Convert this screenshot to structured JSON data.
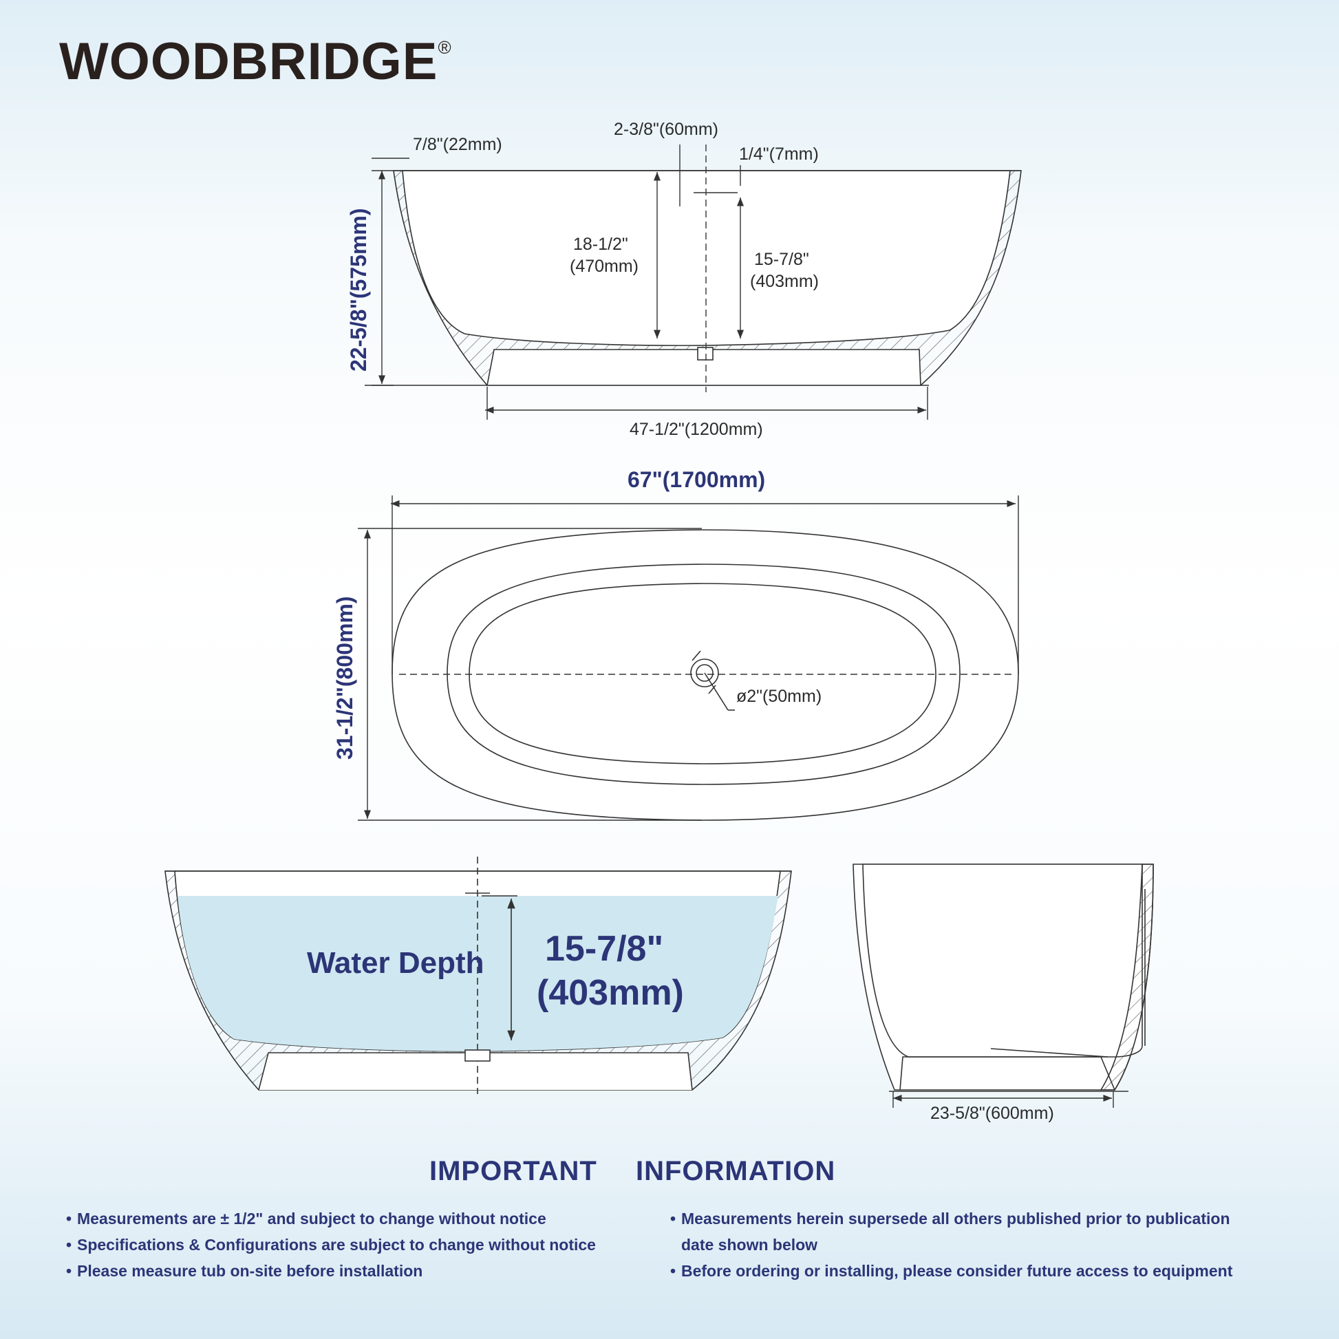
{
  "brand": {
    "name": "WOODBRIDGE",
    "reg": "®"
  },
  "side_view": {
    "rim_thickness": "7/8\"(22mm)",
    "overflow_height": "2-3/8\"(60mm)",
    "overflow_size": "1/4\"(7mm)",
    "inner_depth_a": "18-1/2\"",
    "inner_depth_b": "(470mm)",
    "water_level_a": "15-7/8\"",
    "water_level_b": "(403mm)",
    "total_height": "22-5/8\"(575mm)",
    "base_length": "47-1/2\"(1200mm)"
  },
  "top_view": {
    "length": "67\"(1700mm)",
    "width": "31-1/2\"(800mm)",
    "drain": "ø2\"(50mm)"
  },
  "water_view": {
    "label": "Water Depth",
    "value_a": "15-7/8\"",
    "value_b": "(403mm)",
    "water_color": "#cfe7f0"
  },
  "end_view": {
    "base_width": "23-5/8\"(600mm)"
  },
  "info": {
    "title_left": "IMPORTANT",
    "title_right": "INFORMATION",
    "left_items": [
      "Measurements are ± 1/2\" and subject to change without notice",
      "Specifications & Configurations are subject to change without notice",
      "Please measure tub on-site before installation"
    ],
    "right_items": [
      "Measurements herein supersede all others published prior to publication",
      "date shown below",
      "Before ordering or installing, please consider future access to equipment"
    ]
  }
}
